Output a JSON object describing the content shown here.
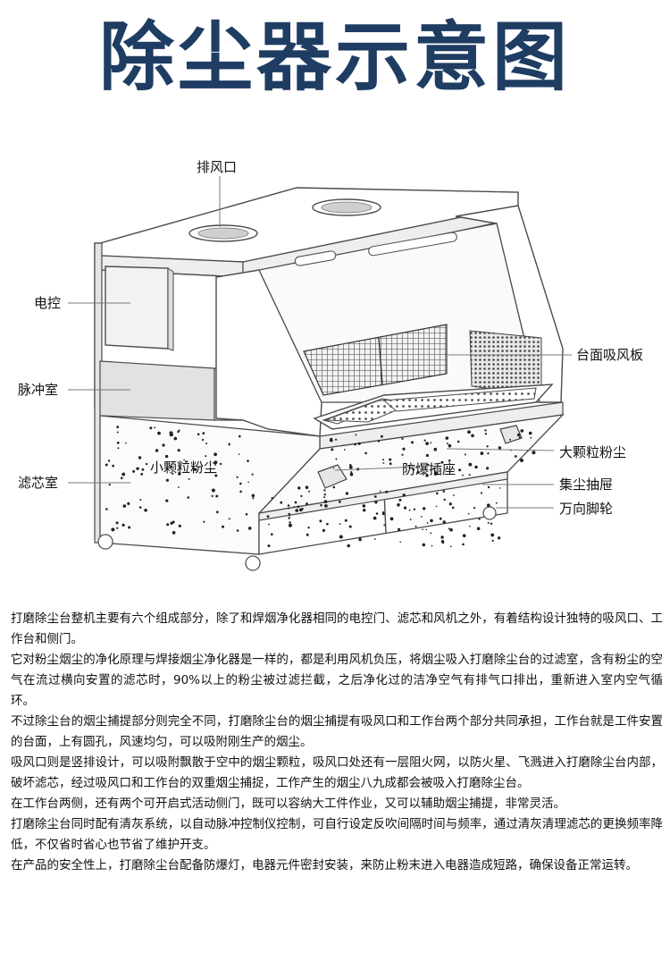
{
  "title": "除尘器示意图",
  "labels": {
    "exhaust": "排风口",
    "control": "电控",
    "pulse": "脉冲室",
    "filter": "滤芯室",
    "small_dust": "小颗粒粉尘",
    "table_board": "台面吸风板",
    "large_dust": "大颗粒粉尘",
    "socket": "防爆插座",
    "drawer": "集尘抽屉",
    "wheel": "万向脚轮"
  },
  "paragraphs": [
    "打磨除尘台整机主要有六个组成部分，除了和焊烟净化器相同的电控门、滤芯和风机之外，有着结构设计独特的吸风口、工作台和侧门。",
    "它对粉尘烟尘的净化原理与焊接烟尘净化器是一样的，都是利用风机负压，将烟尘吸入打磨除尘台的过滤室，含有粉尘的空气在流过横向安置的滤芯时，90%以上的粉尘被过滤拦截，之后净化过的洁净空气有排气口排出，重新进入室内空气循环。",
    "不过除尘台的烟尘捕提部分则完全不同，打磨除尘台的烟尘捕提有吸风口和工作台两个部分共同承担，工作台就是工件安置的台面，上有圆孔，风速均匀，可以吸附刚生产的烟尘。",
    "吸风口则是竖排设计，可以吸附飘散于空中的烟尘颗粒，吸风口处还有一层阻火网，以防火星、飞溅进入打磨除尘台内部，破坏滤芯，经过吸风口和工作台的双重烟尘捕捉，工作产生的烟尘八九成都会被吸入打磨除尘台。",
    "在工作台两侧，还有两个可开启式活动侧门，既可以容纳大工件作业，又可以辅助烟尘捕提，非常灵活。",
    "打磨除尘台同时配有清灰系统，以自动脉冲控制仪控制，可自行设定反吹间隔时间与频率，通过清灰清理滤芯的更换频率降低，不仅省时省心也节省了维护开支。",
    "在产品的安全性上，打磨除尘台配备防爆灯，电器元件密封安装，来防止粉末进入电器造成短路，确保设备正常运转。"
  ]
}
